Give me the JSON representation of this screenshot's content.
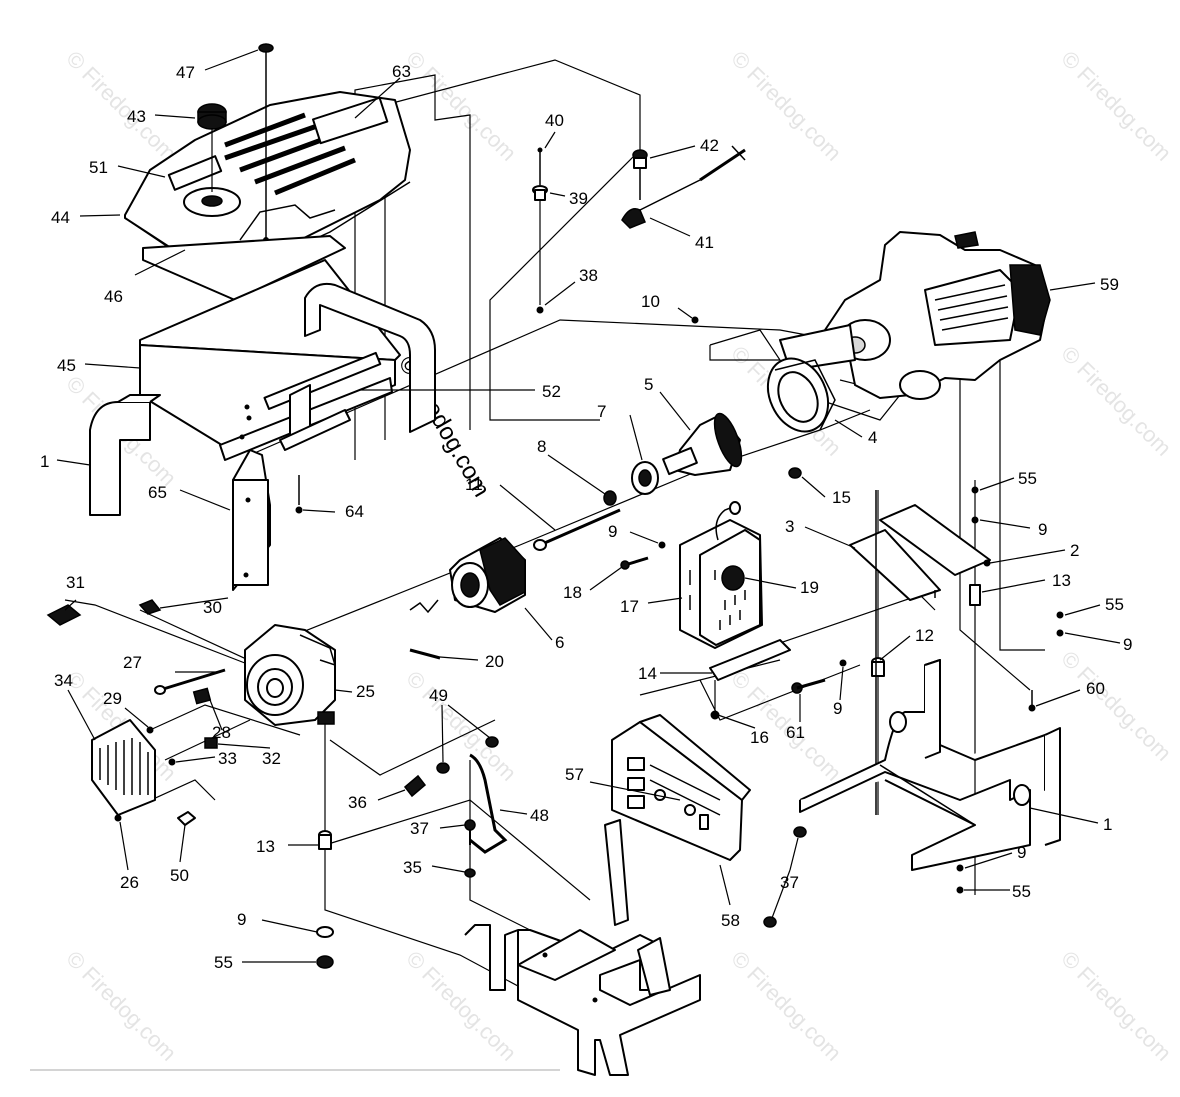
{
  "watermark": {
    "text": "© Firedog.com",
    "center_text": "© Firedog.com"
  },
  "callouts": {
    "c47": "47",
    "c63": "63",
    "c43": "43",
    "c51": "51",
    "c44": "44",
    "c46": "46",
    "c45": "45",
    "c52": "52",
    "c1a": "1",
    "c65": "65",
    "c64": "64",
    "c40": "40",
    "c39": "39",
    "c42": "42",
    "c41": "41",
    "c38": "38",
    "c10": "10",
    "c59": "59",
    "c5": "5",
    "c7": "7",
    "c8": "8",
    "c4": "4",
    "c11": "11",
    "c15": "15",
    "c9a": "9",
    "c3": "3",
    "c2": "2",
    "c55a": "55",
    "c9b": "9",
    "c13a": "13",
    "c18": "18",
    "c19": "19",
    "c17": "17",
    "c6": "6",
    "c20": "20",
    "c14": "14",
    "c12": "12",
    "c55b": "55",
    "c9c": "9",
    "c31": "31",
    "c30": "30",
    "c27": "27",
    "c25": "25",
    "c34": "34",
    "c29": "29",
    "c28": "28",
    "c32": "32",
    "c33": "33",
    "c26": "26",
    "c50": "50",
    "c49": "49",
    "c36": "36",
    "c48": "48",
    "c37a": "37",
    "c35": "35",
    "c13b": "13",
    "c57": "57",
    "c58": "58",
    "c37b": "37",
    "c16": "16",
    "c61": "61",
    "c9d": "9",
    "c60": "60",
    "c1b": "1",
    "c9e": "9",
    "c55c": "55",
    "c9f": "9",
    "c55d": "55"
  }
}
